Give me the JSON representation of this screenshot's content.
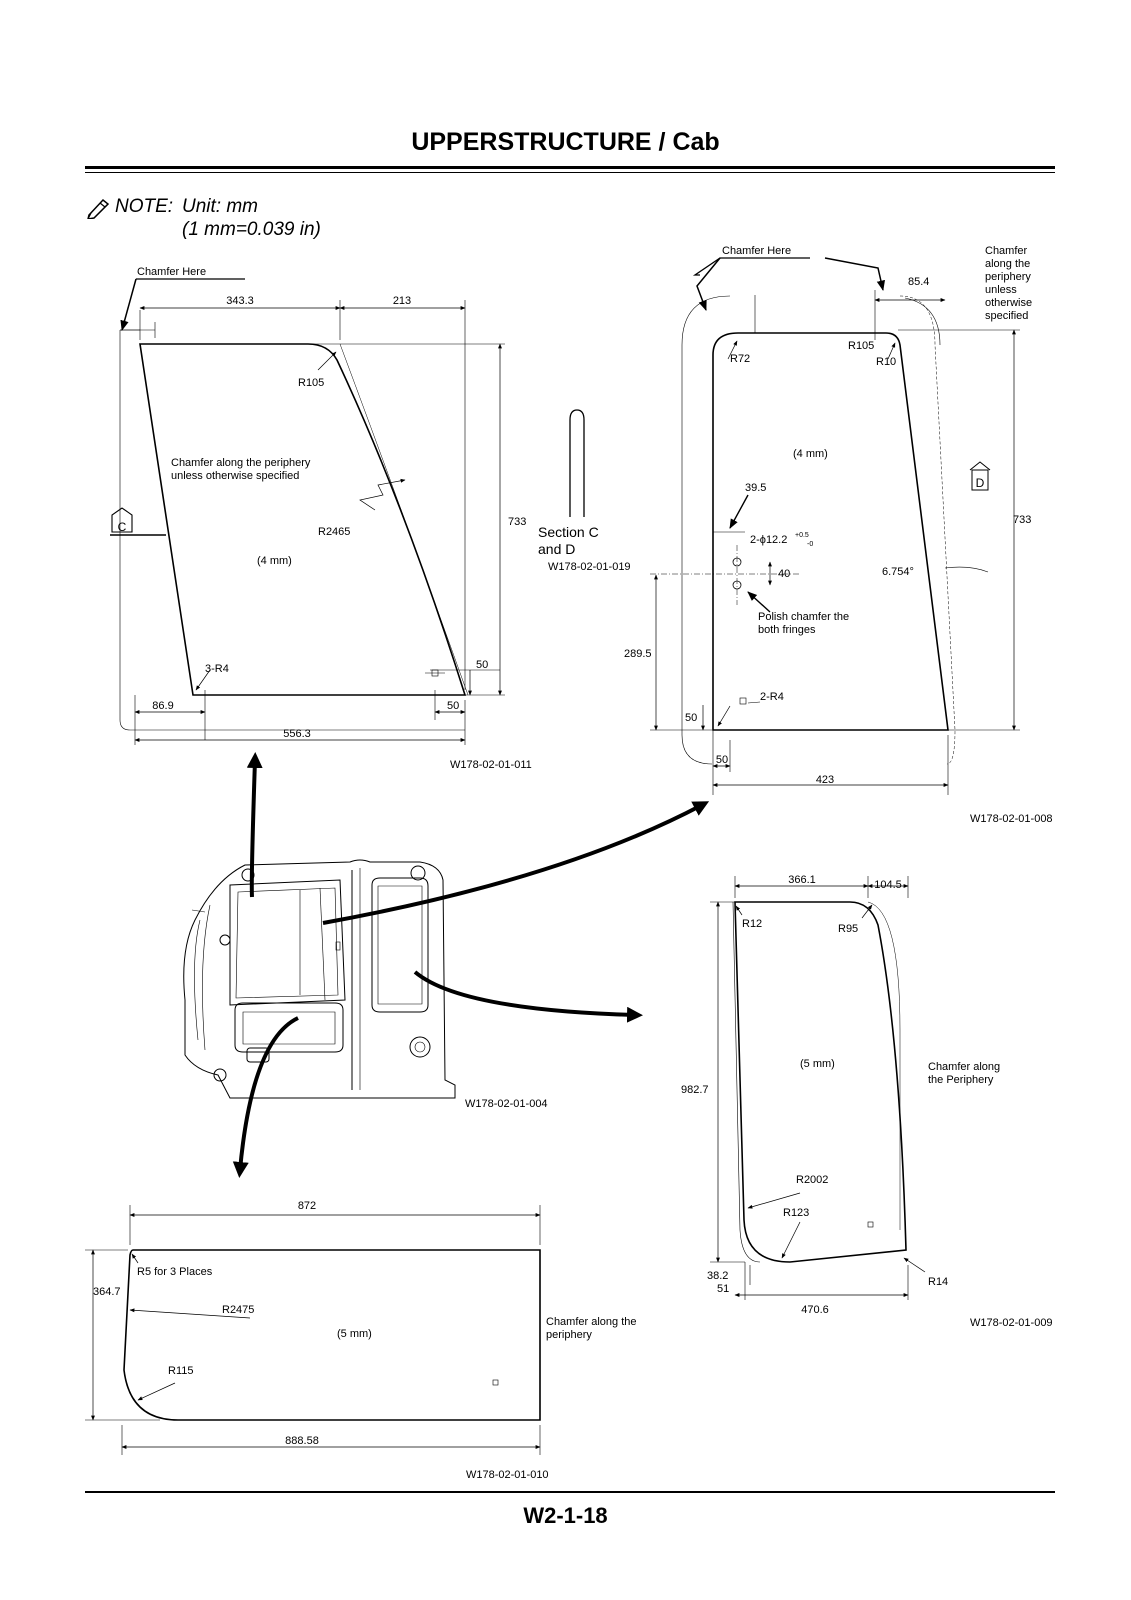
{
  "header": {
    "title": "UPPERSTRUCTURE / Cab"
  },
  "note": {
    "label": "NOTE:",
    "unit": "Unit: mm",
    "conversion": "(1 mm=0.039 in)"
  },
  "fig_011": {
    "chamfer_here": "Chamfer Here",
    "d_343": "343.3",
    "d_213": "213",
    "r105": "R105",
    "chamfer1": "Chamfer along the periphery",
    "chamfer2": "unless otherwise specified",
    "r2465": "R2465",
    "thickness": "(4 mm)",
    "d_733": "733",
    "r4": "3-R4",
    "d_50a": "50",
    "d_50b": "50",
    "d_869": "86.9",
    "d_5563": "556.3",
    "section": "C",
    "code": "W178-02-01-011"
  },
  "section_cd": {
    "line1": "Section C",
    "line2": "and D",
    "code": "W178-02-01-019"
  },
  "fig_008": {
    "chamfer_here": "Chamfer Here",
    "d_854": "85.4",
    "chamfer1": "Chamfer",
    "chamfer2": "along the",
    "chamfer3": "periphery",
    "chamfer4": "unless",
    "chamfer5": "otherwise",
    "chamfer6": "specified",
    "r105": "R105",
    "r10": "R10",
    "r72": "R72",
    "thickness": "(4 mm)",
    "d_395": "39.5",
    "hole": "2-ϕ12.2",
    "tol_plus": "+0.5",
    "tol_minus": "-0",
    "d_40": "40",
    "angle": "6.754°",
    "d_733": "733",
    "polish1": "Polish chamfer the",
    "polish2": "both fringes",
    "d_2895": "289.5",
    "r4": "2-R4",
    "d_50v": "50",
    "d_50h": "50",
    "d_423": "423",
    "section": "D",
    "code": "W178-02-01-008"
  },
  "fig_004": {
    "code": "W178-02-01-004"
  },
  "fig_009": {
    "d_3661": "366.1",
    "d_1045": "104.5",
    "r12": "R12",
    "r95": "R95",
    "thickness": "(5 mm)",
    "chamfer1": "Chamfer along",
    "chamfer2": "the Periphery",
    "d_9827": "982.7",
    "r2002": "R2002",
    "r123": "R123",
    "d_382": "38.2",
    "d_51": "51",
    "r14": "R14",
    "d_4706": "470.6",
    "code": "W178-02-01-009"
  },
  "fig_010": {
    "d_872": "872",
    "r5": "R5 for 3 Places",
    "d_3647": "364.7",
    "r2475": "R2475",
    "thickness": "(5 mm)",
    "chamfer1": "Chamfer along the",
    "chamfer2": "periphery",
    "r115": "R115",
    "d_88858": "888.58",
    "code": "W178-02-01-010"
  },
  "footer": {
    "page": "W2-1-18"
  }
}
